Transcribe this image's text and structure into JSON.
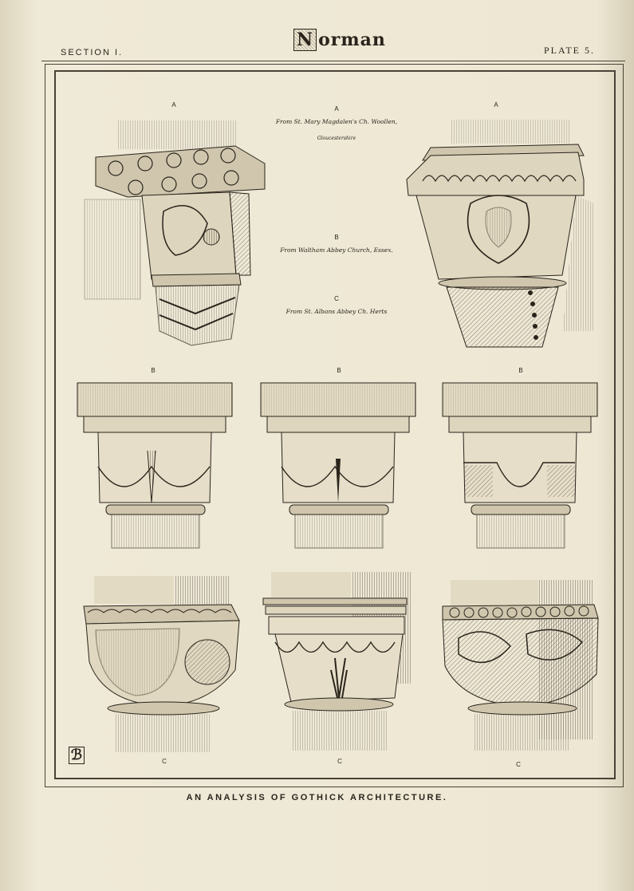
{
  "header": {
    "section": "SECTION I.",
    "title_initial": "N",
    "title_rest": "orman",
    "plate": "PLATE 5."
  },
  "footer": "AN ANALYSIS OF GOTHICK ARCHITECTURE.",
  "captions": {
    "a": {
      "label": "A",
      "text1": "From St. Mary Magdalen's Ch. Woollen,",
      "text2": "Gloucestershire"
    },
    "b": {
      "label": "B",
      "text": "From Waltham Abbey Church, Essex."
    },
    "c": {
      "label": "C",
      "text": "From St. Albans Abbey Ch. Herts"
    }
  },
  "figure_labels": {
    "row1": [
      "A",
      "A"
    ],
    "row2": [
      "B",
      "B",
      "B"
    ],
    "row3": [
      "C",
      "C",
      "C"
    ]
  },
  "colors": {
    "ink": "#2a241c",
    "paper": "#ebe5d2"
  }
}
